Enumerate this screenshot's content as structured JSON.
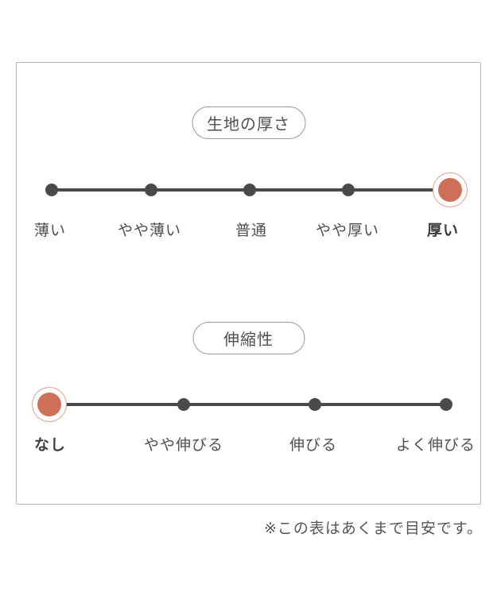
{
  "colors": {
    "accent_orange": "#ce7058",
    "track_gray": "#4a4a4a",
    "panel_border": "#b5b5b5"
  },
  "scales": [
    {
      "title": "生地の厚さ",
      "labels": [
        "薄い",
        "やや薄い",
        "普通",
        "やや厚い",
        "厚い"
      ],
      "selected": "厚い",
      "selected_index": 4
    },
    {
      "title": "伸縮性",
      "labels": [
        "なし",
        "やや伸びる",
        "伸びる",
        "よく伸びる"
      ],
      "selected": "なし",
      "selected_index": 0
    }
  ],
  "footer": {
    "note": "※この表はあくまで目安です。"
  },
  "chart_data": [
    {
      "type": "scatter",
      "subtype": "rating-scale",
      "title": "生地の厚さ",
      "categories": [
        "薄い",
        "やや薄い",
        "普通",
        "やや厚い",
        "厚い"
      ],
      "selected": "厚い",
      "selected_index": 4,
      "points_total": 5,
      "legend_position": "none",
      "grid": false
    },
    {
      "type": "scatter",
      "subtype": "rating-scale",
      "title": "伸縮性",
      "categories": [
        "なし",
        "やや伸びる",
        "伸びる",
        "よく伸びる"
      ],
      "selected": "なし",
      "selected_index": 0,
      "points_total": 4,
      "legend_position": "none",
      "grid": false
    }
  ]
}
